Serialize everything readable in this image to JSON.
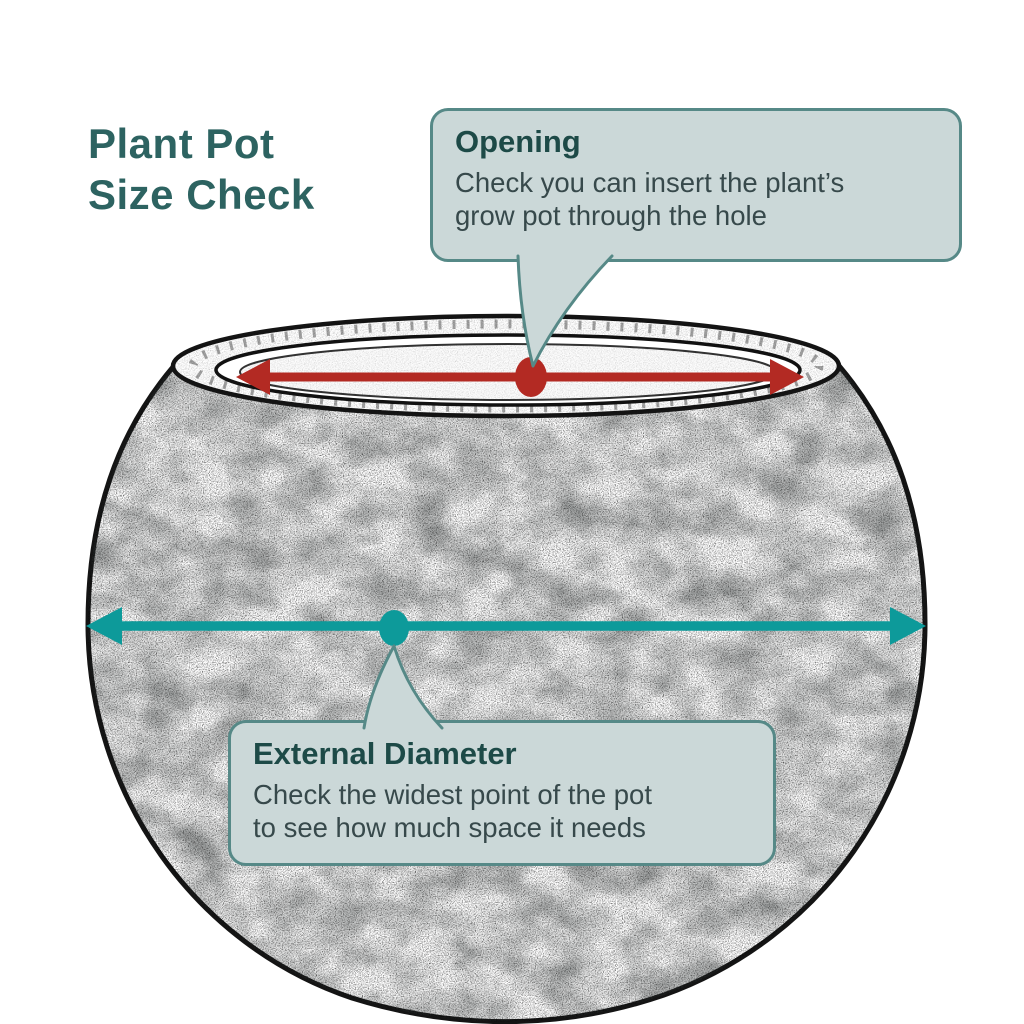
{
  "title": {
    "line1": "Plant Pot",
    "line2": "Size Check"
  },
  "callouts": {
    "opening": {
      "heading": "Opening",
      "body_line1": "Check you can insert the plant’s",
      "body_line2": "grow pot through the hole"
    },
    "external_diameter": {
      "heading": "External Diameter",
      "body_line1": "Check the widest point of the pot",
      "body_line2": "to see how much space it needs"
    }
  },
  "colors": {
    "title_text": "#2d6361",
    "callout_bg": "#cbd8d8",
    "callout_border": "#568987",
    "callout_heading_text": "#1d4a47",
    "callout_body_text": "#37494b",
    "opening_arrow": "#b32a23",
    "diameter_arrow": "#0d9a9a",
    "sketch_line": "#141414"
  },
  "icons": {
    "opening_arrow": "double-headed-measure-arrow",
    "diameter_arrow": "double-headed-measure-arrow",
    "opening_midpoint": "red-dot-marker",
    "diameter_midpoint": "teal-dot-marker"
  }
}
